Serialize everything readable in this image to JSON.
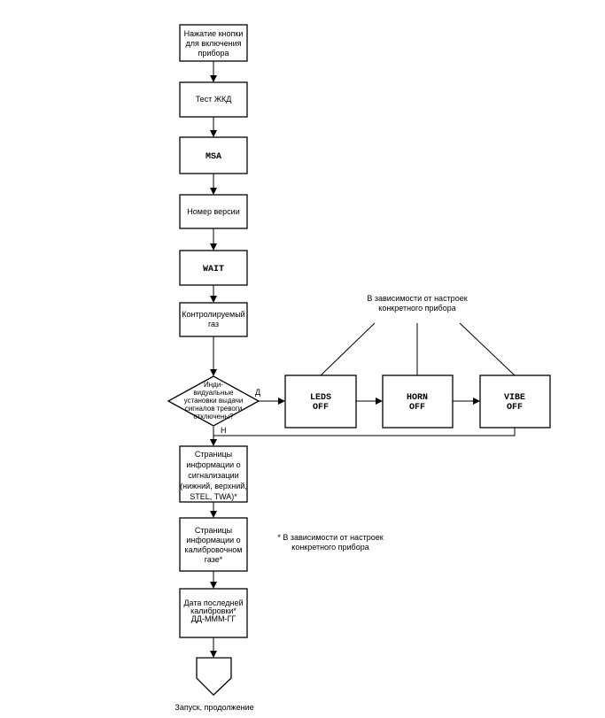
{
  "nodes": {
    "power_on": {
      "lines": [
        "Нажатие кнопки",
        "для включения",
        "прибора"
      ]
    },
    "lcd_test": {
      "lines": [
        "Тест ЖКД"
      ]
    },
    "msa": {
      "lines": [
        "MSA"
      ]
    },
    "version": {
      "lines": [
        "Номер версии"
      ]
    },
    "wait": {
      "lines": [
        "WAIT"
      ]
    },
    "gas": {
      "lines": [
        "Контролируемый",
        "газ"
      ]
    },
    "decision": {
      "lines": [
        "Инди-",
        "видуальные",
        "установки выдачи",
        "сигналов тревоги",
        "отключены?"
      ]
    },
    "leds": {
      "lines": [
        "LEDS",
        "OFF"
      ]
    },
    "horn": {
      "lines": [
        "HORN",
        "OFF"
      ]
    },
    "vibe": {
      "lines": [
        "VIBE",
        "OFF"
      ]
    },
    "alarm_pages": {
      "lines": [
        "Страницы",
        "информации о",
        "сигнализации",
        "(нижний, верхний,",
        "STEL, TWA)*"
      ]
    },
    "cal_gas_pages": {
      "lines": [
        "Страницы",
        "информации о",
        "калибровочном",
        "газе*"
      ]
    },
    "last_cal": {
      "lines": [
        "Дата последней",
        "калибровки*",
        "",
        "ДД-МММ-ГГ"
      ]
    },
    "start": {
      "lines": [
        "Запуск, продолжение"
      ]
    }
  },
  "labels": {
    "yes": "Д",
    "no": "Н",
    "top_note": [
      "В зависимости от настроек",
      "конкретного прибора"
    ],
    "side_note": [
      "* В зависимости от настроек",
      "конкретного прибора"
    ]
  }
}
